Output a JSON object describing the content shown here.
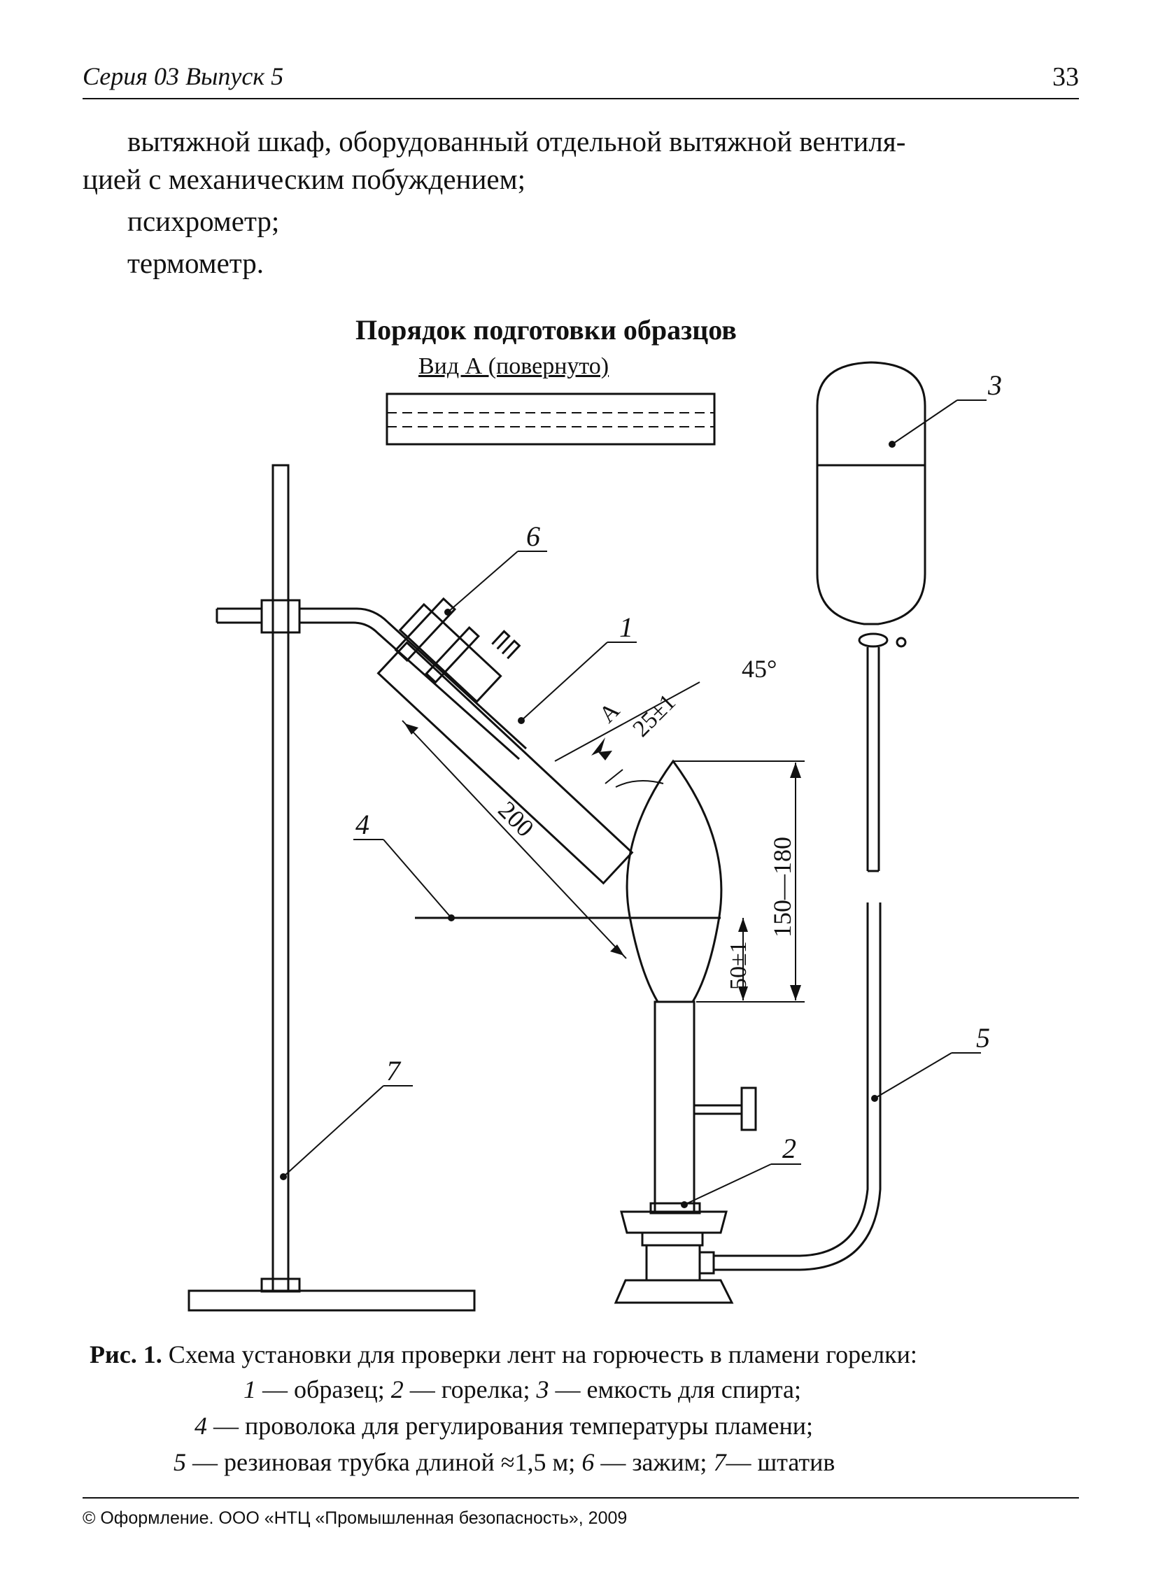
{
  "header": {
    "series": "Серия 03 Выпуск 5",
    "page_number": "33"
  },
  "body": {
    "line1": "вытяжной шкаф, оборудованный отдельной вытяжной вентиля-",
    "line2": "цией с механическим побуждением;",
    "line3": "психрометр;",
    "line4": "термометр."
  },
  "figure": {
    "title": "Порядок подготовки образцов",
    "view_label": "Вид А (повернуто)",
    "callouts": {
      "c1": "1",
      "c2": "2",
      "c3": "3",
      "c4": "4",
      "c5": "5",
      "c6": "6",
      "c7": "7"
    },
    "dimensions": {
      "angle": "45°",
      "gap": "25±1",
      "length": "200",
      "height_range": "150—180",
      "offset": "50±1",
      "view_arrow": "А"
    }
  },
  "caption": {
    "fig_no": "Рис. 1.",
    "title_text": "Схема установки для проверки лент на горючесть в пламени горелки:",
    "l2_n1": "1",
    "l2_t1": " — образец; ",
    "l2_n2": "2",
    "l2_t2": " — горелка; ",
    "l2_n3": "3",
    "l2_t3": " — емкость для спирта;",
    "l3_n1": "4",
    "l3_t1": " — проволока для регулирования температуры пламени;",
    "l4_n1": "5",
    "l4_t1": " — резиновая трубка длиной ≈1,5 м; ",
    "l4_n2": "6",
    "l4_t2": " — зажим; ",
    "l4_n3": "7",
    "l4_t3": "— штатив"
  },
  "footer": {
    "text": "© Оформление. ООО «НТЦ «Промышленная безопасность», 2009"
  }
}
